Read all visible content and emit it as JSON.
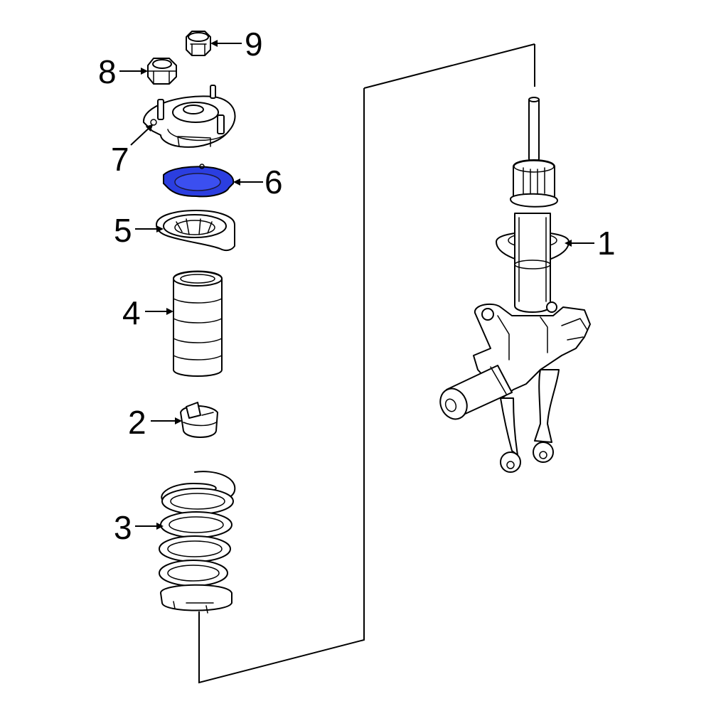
{
  "callouts": {
    "c1": "1",
    "c2": "2",
    "c3": "3",
    "c4": "4",
    "c5": "5",
    "c6": "6",
    "c7": "7",
    "c8": "8",
    "c9": "9"
  },
  "highlight_part": "6",
  "colors": {
    "highlight": "#2b3ee0",
    "line": "#000000",
    "background": "#ffffff"
  }
}
